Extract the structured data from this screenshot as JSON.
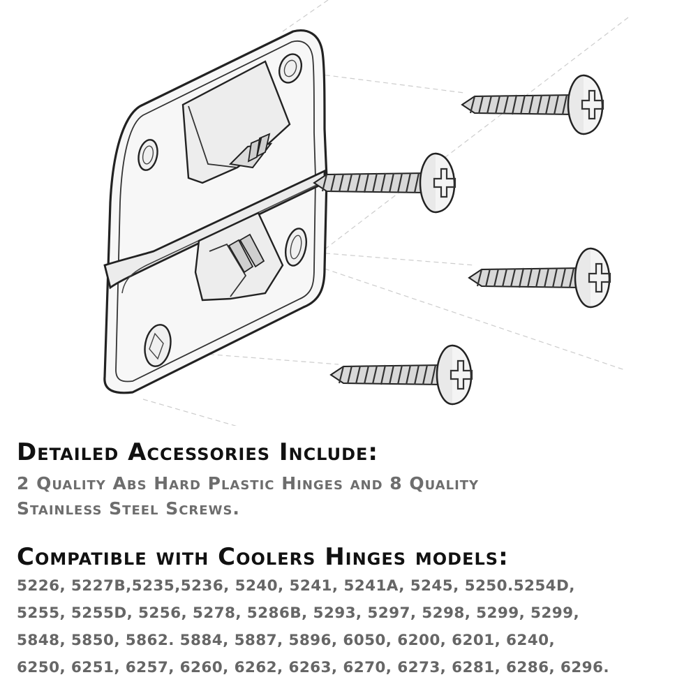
{
  "heading_accessories": "Detailed Accessories Include:",
  "accessories_lines": [
    "2 Quality Abs Hard Plastic Hinges and 8 Quality",
    "Stainless Steel Screws."
  ],
  "heading_models": "Compatible with Coolers Hinges models:",
  "models_lines": [
    "5226, 5227B,5235,5236, 5240, 5241, 5241A, 5245, 5250.5254D,",
    "5255, 5255D, 5256, 5278, 5286B, 5293, 5297, 5298, 5299, 5299,",
    "5848, 5850, 5862. 5884, 5887, 5896, 6050, 6200, 6201, 6240,",
    "6250, 6251, 6257, 6260, 6262, 6263, 6270, 6273, 6281, 6286, 6296."
  ],
  "colors": {
    "heading": "#111111",
    "subtext": "#6d6d6d",
    "line_art": "#222222"
  }
}
